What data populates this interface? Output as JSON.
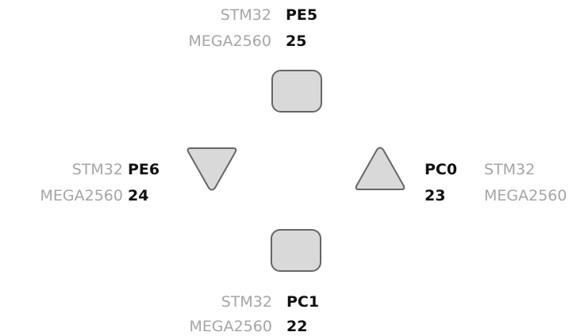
{
  "colors": {
    "button_fill": "#d9d9d9",
    "button_stroke": "#666666",
    "platform_text": "#a5a5a5",
    "pin_text": "#111111"
  },
  "buttons": {
    "top": {
      "icon": "square-button-icon",
      "stm32_label": "STM32",
      "stm32_pin": "PE5",
      "mega_label": "MEGA2560",
      "mega_pin": "25"
    },
    "left": {
      "icon": "triangle-down-button-icon",
      "stm32_label": "STM32",
      "stm32_pin": "PE6",
      "mega_label": "MEGA2560",
      "mega_pin": "24"
    },
    "right": {
      "icon": "triangle-up-button-icon",
      "stm32_label": "STM32",
      "stm32_pin": "PC0",
      "mega_label": "MEGA2560",
      "mega_pin": "23"
    },
    "bottom": {
      "icon": "square-button-icon",
      "stm32_label": "STM32",
      "stm32_pin": "PC1",
      "mega_label": "MEGA2560",
      "mega_pin": "22"
    }
  }
}
